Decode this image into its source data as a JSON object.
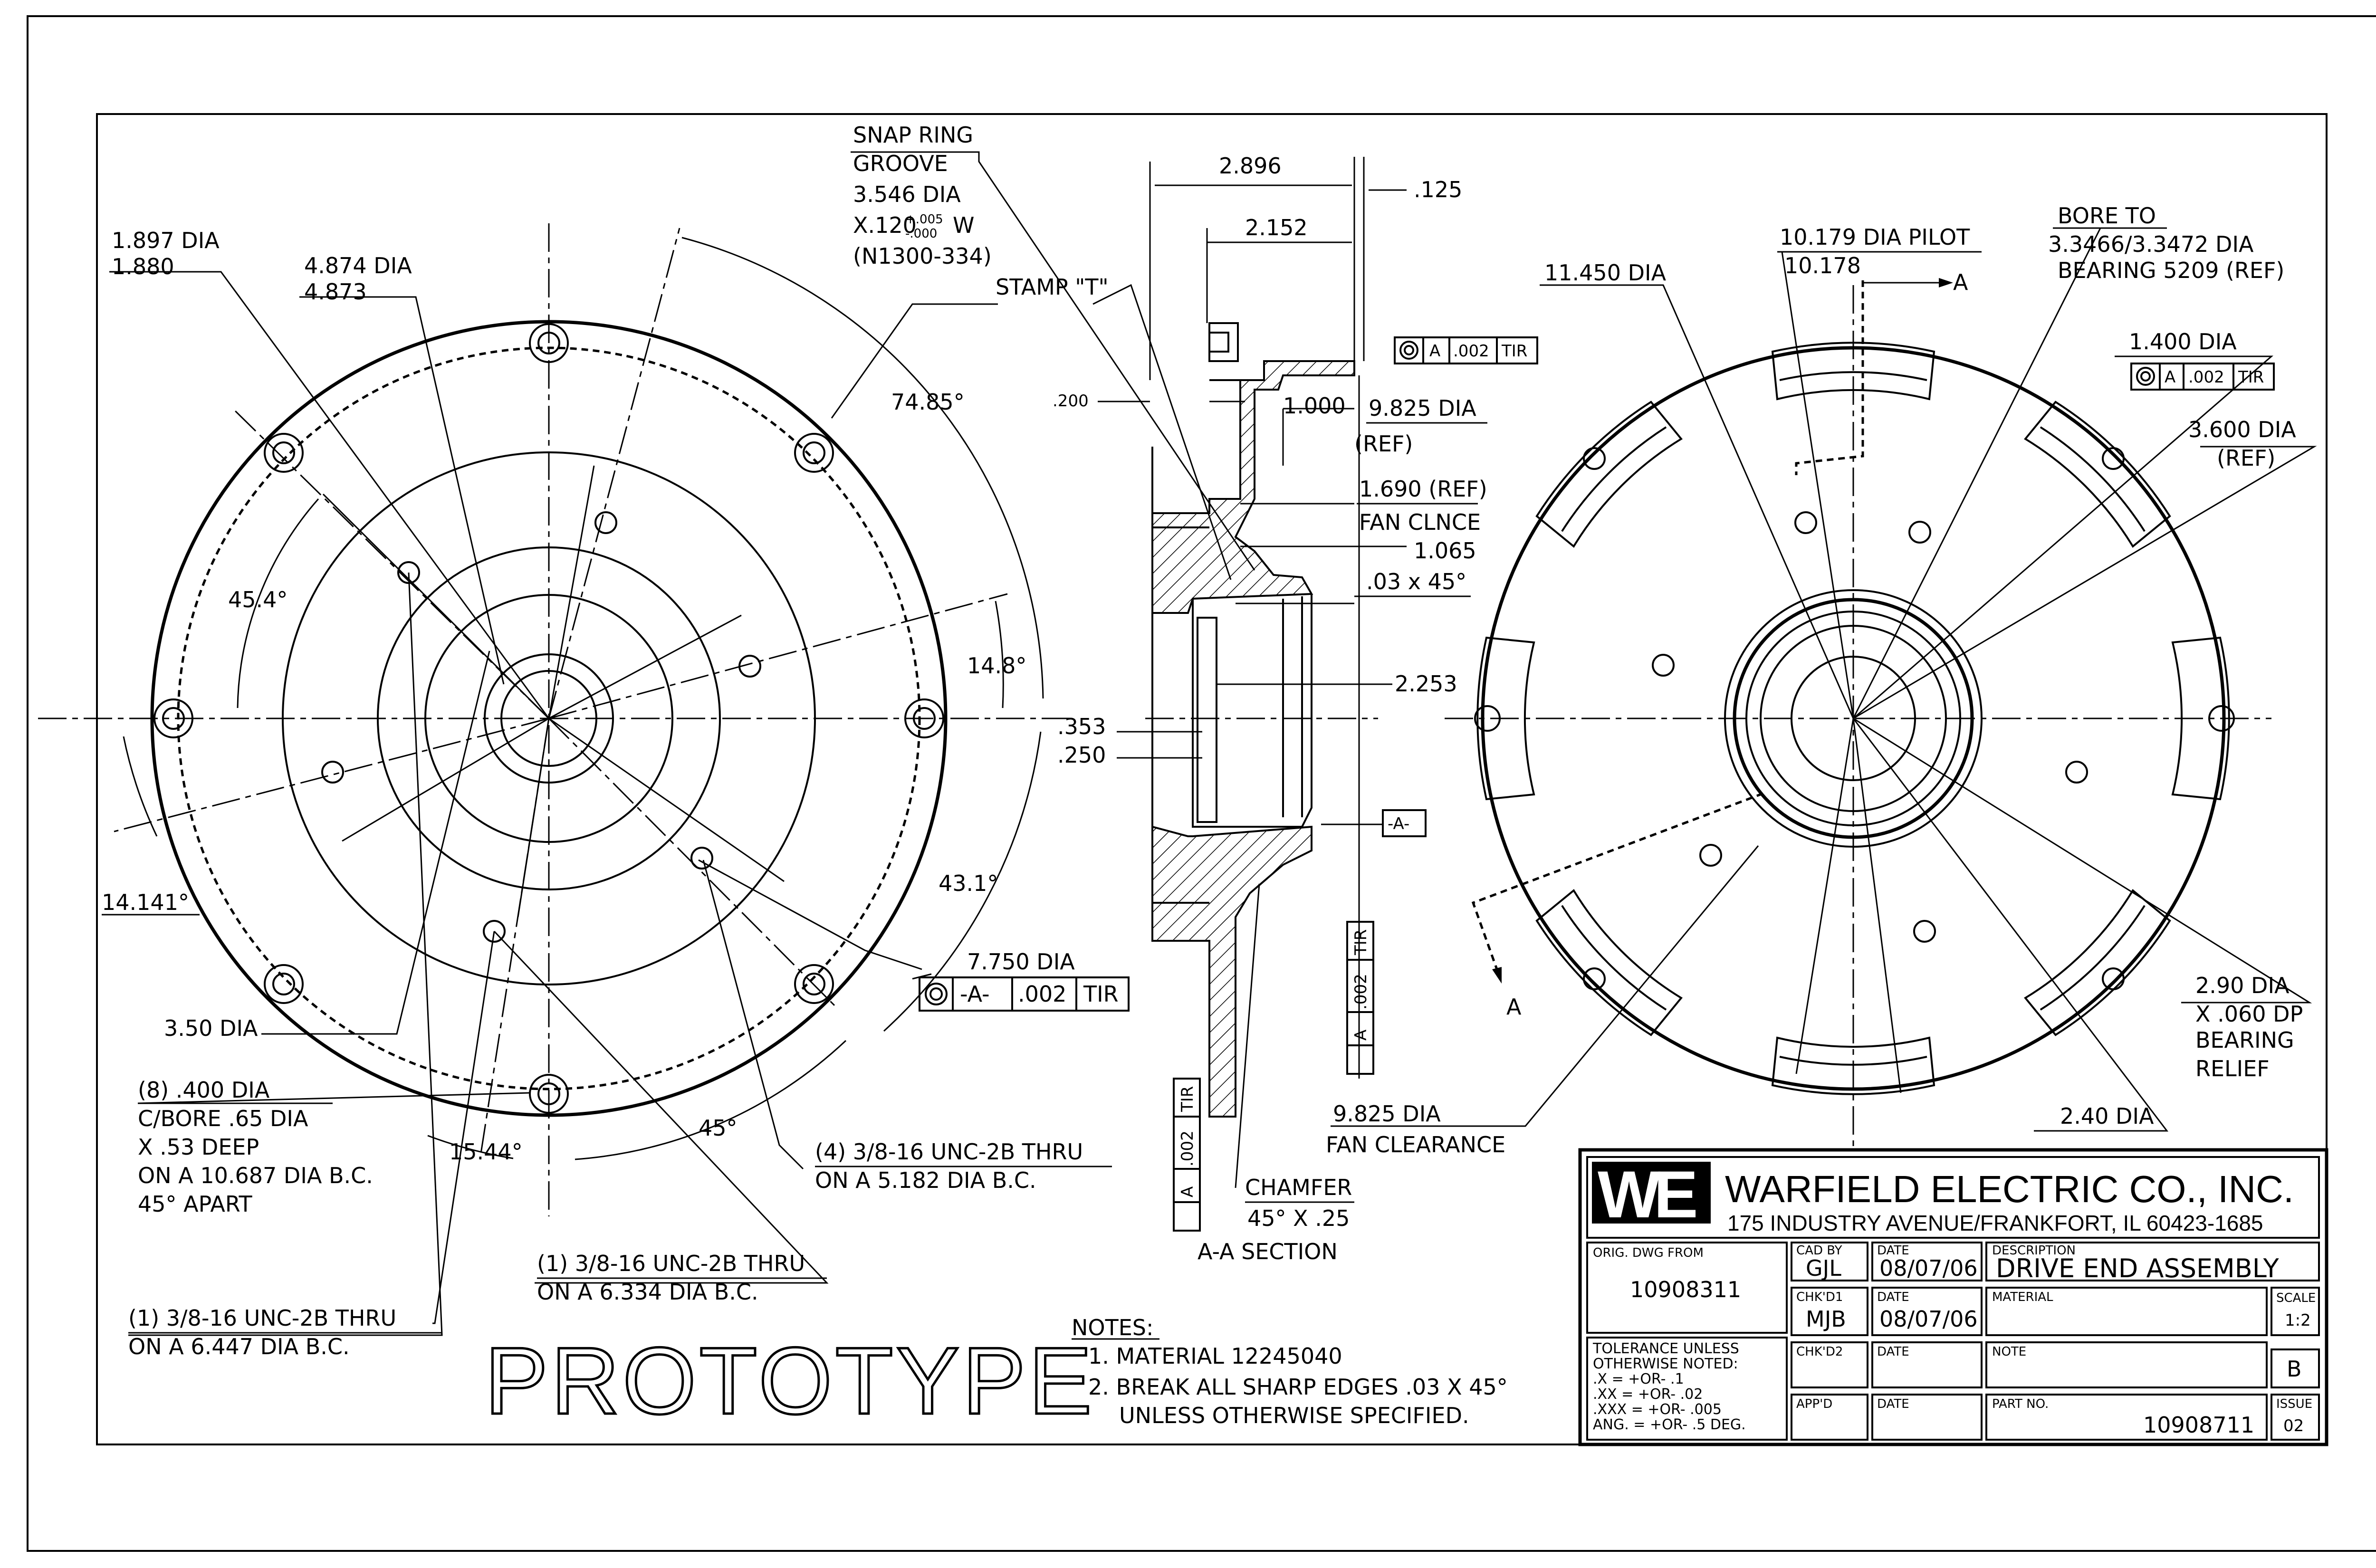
{
  "drawing": {
    "section_label": "A-A SECTION",
    "prototype_stamp": "PROTOTYPE",
    "view_marker": "A",
    "datum": "-A-"
  },
  "front_view_labels": {
    "dia_1897": "1.897 DIA",
    "dia_1880": "1.880",
    "dia_4874": "4.874 DIA",
    "dia_4873": "4.873",
    "angle_7485": "74.85°",
    "angle_454": "45.4°",
    "angle_148": "14.8°",
    "angle_1414": "14.141°",
    "angle_431": "43.1°",
    "angle_45": "45°",
    "angle_1544": "15.44°",
    "dia_350": "3.50 DIA",
    "dia_7750": "7.750 DIA",
    "fcf_7750": {
      "datum": "-A-",
      "tol": ".002",
      "mod": "TIR"
    },
    "cbore_1": "(8) .400 DIA",
    "cbore_2": "C/BORE .65 DIA",
    "cbore_3": "X .53 DEEP",
    "cbore_4": "ON A 10.687 DIA B.C.",
    "cbore_5": "45° APART",
    "thread4_1": "(4) 3/8-16 UNC-2B THRU",
    "thread4_2": "ON A 5.182 DIA B.C.",
    "thread1a_1": "(1) 3/8-16 UNC-2B THRU",
    "thread1a_2": "ON A 6.334 DIA B.C.",
    "thread1b_1": "(1) 3/8-16 UNC-2B THRU",
    "thread1b_2": "ON A 6.447 DIA B.C."
  },
  "section_labels": {
    "snap_1": "SNAP RING",
    "snap_2": "GROOVE",
    "snap_3": "3.546 DIA",
    "snap_4a": "X.120",
    "snap_4b": "+.005",
    "snap_4c": "-.000",
    "snap_4d": "W",
    "snap_5": "(N1300-334)",
    "stamp_t": "STAMP \"T\"",
    "dim_2896": "2.896",
    "dim_2152": "2.152",
    "dim_125": ".125",
    "dim_200": ".200",
    "dim_1000": "1.000",
    "dim_9825": "9.825 DIA",
    "ref": "(REF)",
    "dim_1690": "1.690 (REF)",
    "fan_clnce": "FAN CLNCE",
    "dim_1065": "1.065",
    "chamfer_03": ".03 x 45°",
    "dim_2253": "2.253",
    "dim_353": ".353",
    "dim_250": ".250",
    "fcf_top": {
      "tol": ".002",
      "mod": "TIR",
      "datum": "A"
    },
    "fcf_vert1": {
      "tol": ".002",
      "mod": "TIR",
      "datum": "A"
    },
    "fcf_vert2": {
      "tol": ".002",
      "mod": "TIR",
      "datum": "A"
    },
    "chamfer_1": "CHAMFER",
    "chamfer_2": "45° X .25"
  },
  "rear_view_labels": {
    "dia_11450": "11.450 DIA",
    "pilot_1": "10.179 DIA PILOT",
    "pilot_2": "10.178",
    "bore_1": "BORE TO",
    "bore_2": "3.3466/3.3472 DIA",
    "bore_3": "BEARING 5209 (REF)",
    "dia_1400": "1.400 DIA",
    "fcf_1400": {
      "datum": "A",
      "tol": ".002",
      "mod": "TIR"
    },
    "dia_3600": "3.600 DIA",
    "dia_3600_ref": "(REF)",
    "dia_290_1": "2.90 DIA",
    "dia_290_2": "X .060 DP",
    "dia_290_3": "BEARING",
    "dia_290_4": "RELIEF",
    "dia_240": "2.40 DIA",
    "fan_1": "9.825 DIA",
    "fan_2": "FAN CLEARANCE"
  },
  "notes": {
    "title": "NOTES:",
    "n1": "1. MATERIAL 12245040",
    "n2": "2.  BREAK ALL SHARP EDGES .03 X 45°",
    "n3": "UNLESS OTHERWISE SPECIFIED."
  },
  "title_block": {
    "logo": "WE",
    "company": "WARFIELD ELECTRIC CO., INC.",
    "address": "175 INDUSTRY AVENUE/FRANKFORT, IL 60423-1685",
    "orig_dwg_label": "ORIG. DWG FROM",
    "orig_dwg_value": "10908311",
    "cad_by_label": "CAD BY",
    "cad_by_value": "GJL",
    "date_label": "DATE",
    "date1": "08/07/06",
    "desc_label": "DESCRIPTION",
    "desc_value": "DRIVE END ASSEMBLY",
    "chkd1_label": "CHK'D1",
    "chkd1_value": "MJB",
    "date2": "08/07/06",
    "material_label": "MATERIAL",
    "scale_label": "SCALE",
    "scale_value": "1:2",
    "tol_1": "TOLERANCE UNLESS",
    "tol_2": "OTHERWISE NOTED:",
    "tol_3": ".X    = +OR- .1",
    "tol_4": ".XX   = +OR- .02",
    "tol_5": ".XXX  = +OR- .005",
    "tol_6": "ANG. = +OR- .5 DEG.",
    "chkd2_label": "CHK'D2",
    "note_label": "NOTE",
    "rev_value": "B",
    "appd_label": "APP'D",
    "part_no_label": "PART NO.",
    "part_no_value": "10908711",
    "issue_label": "ISSUE",
    "issue_value": "02"
  }
}
